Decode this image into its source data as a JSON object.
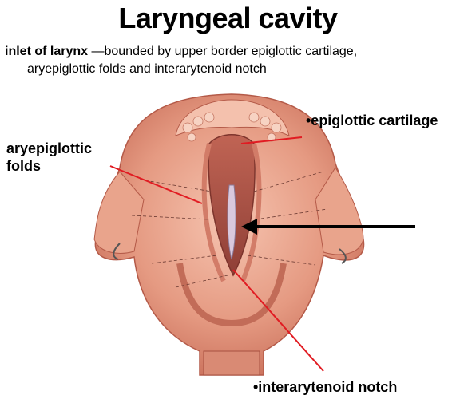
{
  "title": "Laryngeal cavity",
  "intro": {
    "term": "inlet of larynx",
    "dash": " —",
    "text_part1": "bounded by upper border epiglottic cartilage,",
    "text_part2": "aryepiglottic folds and interarytenoid notch"
  },
  "labels": {
    "epiglottic": "•epiglottic  cartilage",
    "aryepiglottic_line1": "aryepiglottic",
    "aryepiglottic_line2": "folds",
    "interarytenoid": "•interarytenoid  notch"
  },
  "colors": {
    "pointer": "#e11b22",
    "arrow": "#000000",
    "tissue_light": "#f2b29c",
    "tissue_mid": "#e08a74",
    "tissue_dark": "#b95a48",
    "cord": "#d9c8dd"
  }
}
